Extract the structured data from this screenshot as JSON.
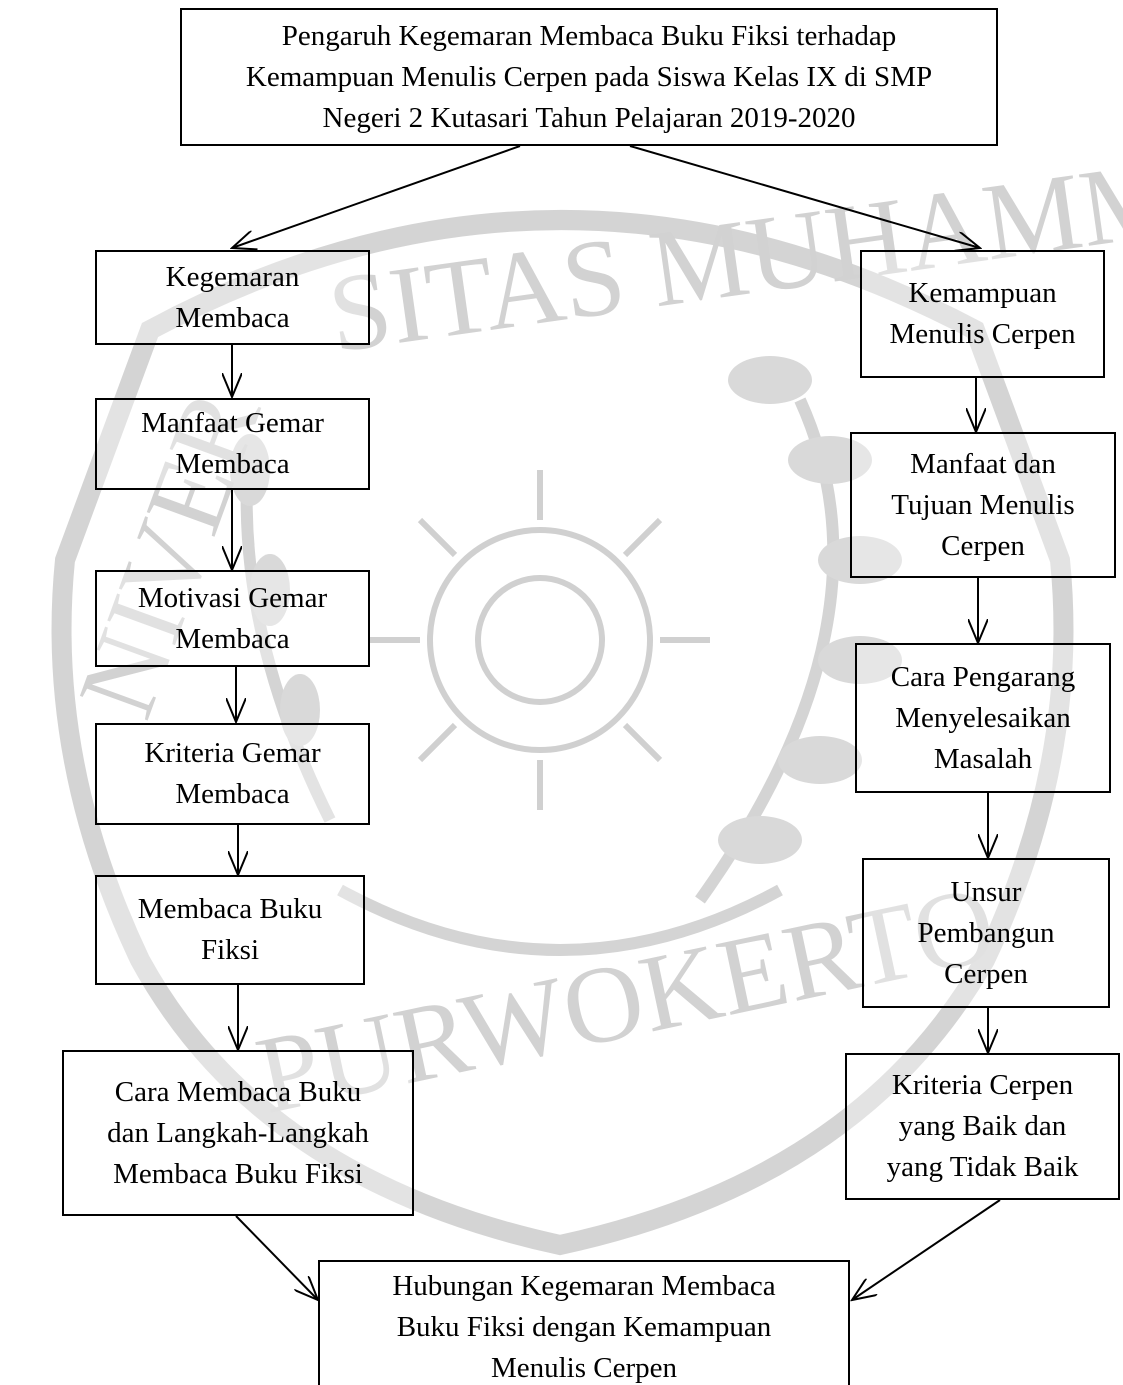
{
  "diagram": {
    "title": {
      "lines": [
        "Pengaruh Kegemaran Membaca Buku Fiksi terhadap",
        "Kemampuan Menulis Cerpen pada Siswa Kelas IX di SMP",
        "Negeri 2 Kutasari Tahun Pelajaran 2019-2020"
      ]
    },
    "left_column": [
      {
        "lines": [
          "Kegemaran",
          "Membaca"
        ]
      },
      {
        "lines": [
          "Manfaat Gemar",
          "Membaca"
        ]
      },
      {
        "lines": [
          "Motivasi Gemar",
          "Membaca"
        ]
      },
      {
        "lines": [
          "Kriteria Gemar",
          "Membaca"
        ]
      },
      {
        "lines": [
          "Membaca Buku",
          "Fiksi"
        ]
      },
      {
        "lines": [
          "Cara Membaca Buku",
          "dan Langkah-Langkah",
          "Membaca Buku Fiksi"
        ]
      }
    ],
    "right_column": [
      {
        "lines": [
          "Kemampuan",
          "Menulis Cerpen"
        ]
      },
      {
        "lines": [
          "Manfaat dan",
          "Tujuan Menulis",
          "Cerpen"
        ]
      },
      {
        "lines": [
          "Cara Pengarang",
          "Menyelesaikan",
          "Masalah"
        ]
      },
      {
        "lines": [
          "Unsur",
          "Pembangun",
          "Cerpen"
        ]
      },
      {
        "lines": [
          "Kriteria Cerpen",
          "yang Baik dan",
          "yang Tidak Baik"
        ]
      }
    ],
    "bottom": {
      "lines": [
        "Hubungan Kegemaran Membaca",
        "Buku Fiksi dengan Kemampuan",
        "Menulis Cerpen"
      ]
    }
  },
  "watermark": {
    "arc_text_top": "SITAS MUHAMMADIYAH",
    "arc_text_left": "NIVER",
    "arc_text_bottom": "PURWOKERTO",
    "emblem_icon": "muhammadiyah-sun-emblem",
    "color": "#c8c8c8"
  }
}
